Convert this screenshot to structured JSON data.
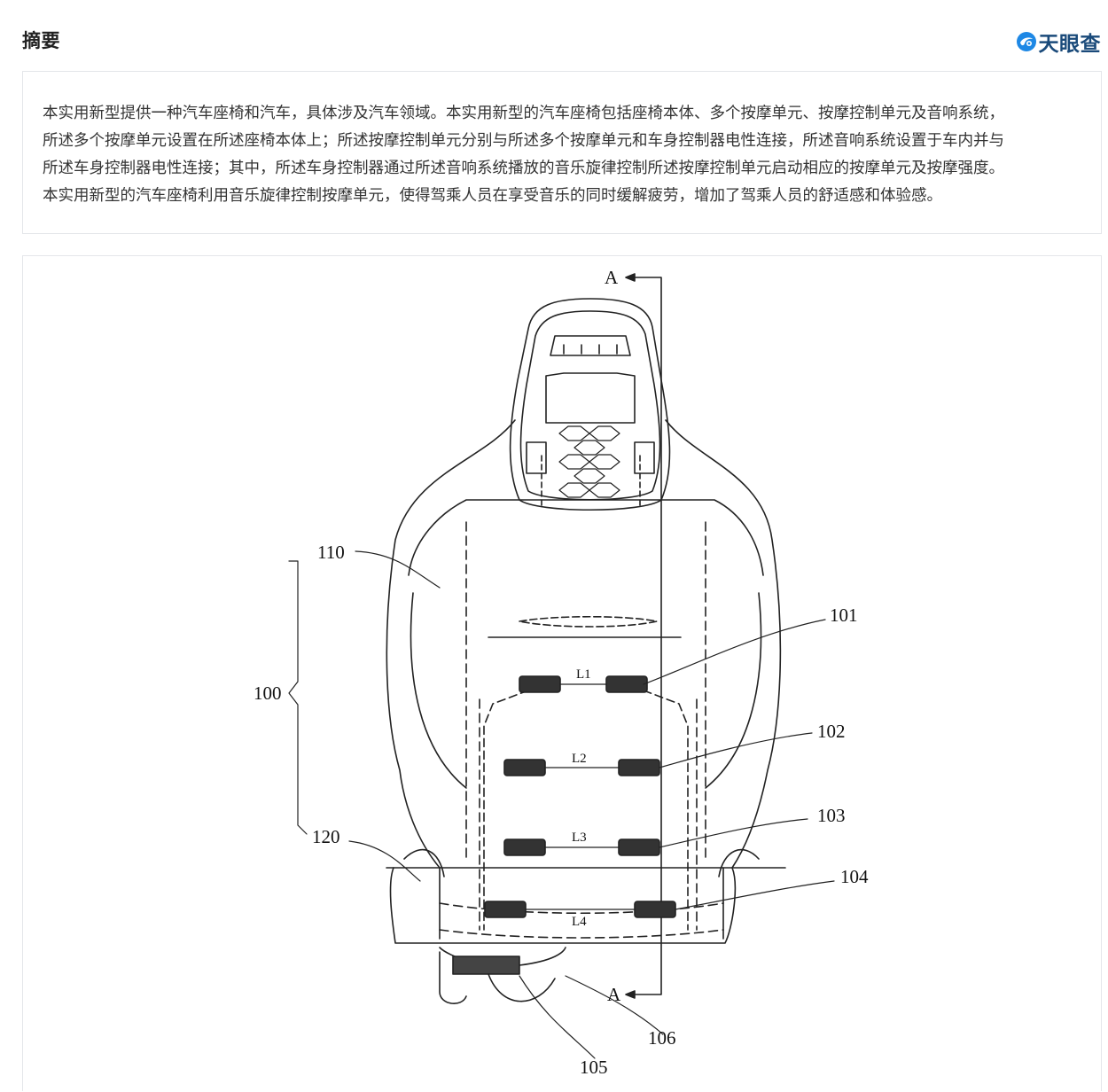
{
  "header": {
    "section_title": "摘要",
    "brand_name": "天眼查",
    "brand_icon": "tianyancha-logo-icon"
  },
  "abstract": {
    "lines": [
      "本实用新型提供一种汽车座椅和汽车，具体涉及汽车领域。本实用新型的汽车座椅包括座椅本体、多个按摩单元、按摩控制单元及音响系统，",
      "所述多个按摩单元设置在所述座椅本体上；所述按摩控制单元分别与所述多个按摩单元和车身控制器电性连接，所述音响系统设置于车内并与",
      "所述车身控制器电性连接；其中，所述车身控制器通过所述音响系统播放的音乐旋律控制所述按摩控制单元启动相应的按摩单元及按摩强度。",
      "本实用新型的汽车座椅利用音乐旋律控制按摩单元，使得驾乘人员在享受音乐的同时缓解疲劳，增加了驾乘人员的舒适感和体验感。"
    ]
  },
  "figure": {
    "labels": {
      "section_top": "A",
      "section_bottom": "A",
      "ref_110": "110",
      "ref_100": "100",
      "ref_120": "120",
      "ref_101": "101",
      "ref_102": "102",
      "ref_103": "103",
      "ref_104": "104",
      "ref_105": "105",
      "ref_106": "106",
      "dim_l1": "L1",
      "dim_l2": "L2",
      "dim_l3": "L3",
      "dim_l4": "L4"
    }
  }
}
